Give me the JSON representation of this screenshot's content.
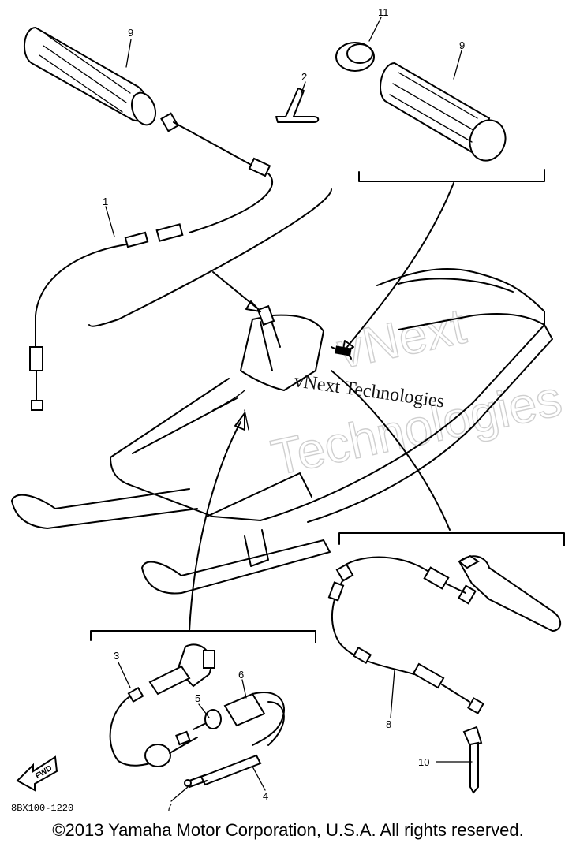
{
  "watermark": {
    "outline_line1": "vNext",
    "outline_line2": "Technologies",
    "overlay_text": "vNext Technologies"
  },
  "callouts": {
    "grip_left": "9",
    "grip_right": "9",
    "clip": "2",
    "ring": "11",
    "throttle_cable": "1",
    "switch_cable": "3",
    "switch_ring": "5",
    "switch_housing": "6",
    "tube": "4",
    "lead": "7",
    "brake_cable": "8",
    "band": "10"
  },
  "fwd_label": "FWD",
  "part_code": "8BX100-1220",
  "copyright": "©2013 Yamaha Motor Corporation, U.S.A. All rights reserved."
}
